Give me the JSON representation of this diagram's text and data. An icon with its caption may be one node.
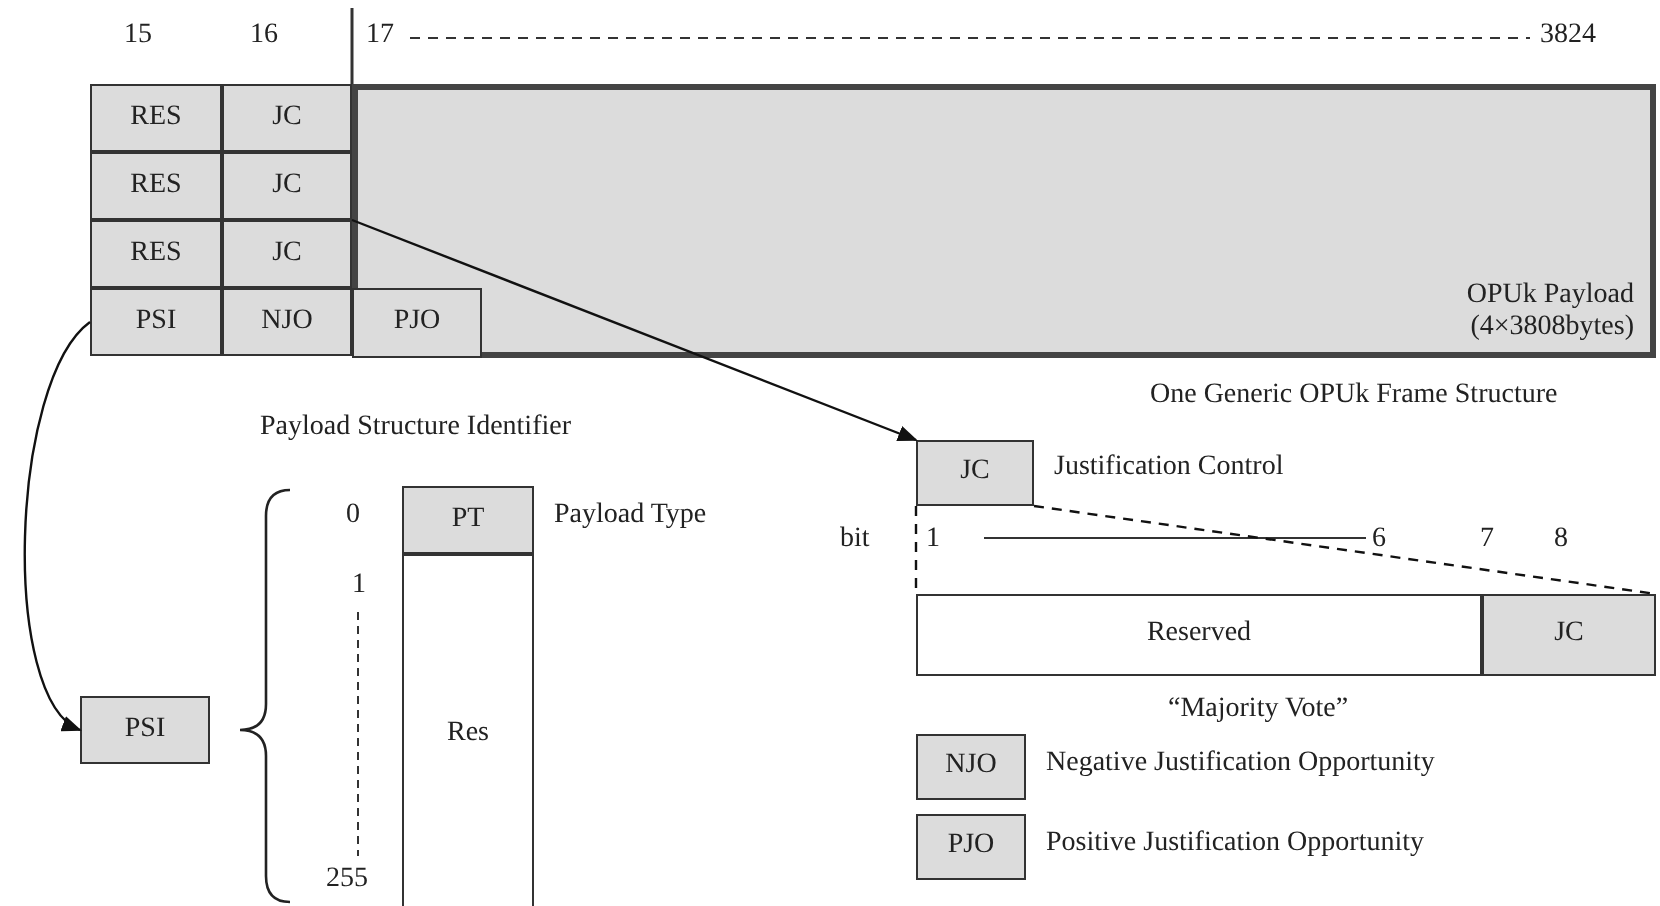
{
  "diagram": {
    "nodes": [
      {
        "text": [
          "RES"
        ]
      },
      {
        "text": [
          "JC"
        ]
      },
      {
        "text": [
          "RES"
        ]
      },
      {
        "text": [
          "JC"
        ]
      },
      {
        "text": [
          "RES"
        ]
      },
      {
        "text": [
          "JC"
        ]
      },
      {
        "text": [
          "PSI"
        ]
      },
      {
        "text": [
          "NJO"
        ]
      },
      {
        "text": [
          "OPUk Payload (4×3808bytes)"
        ]
      },
      {
        "text": [
          "PJO"
        ],
        "in": 8
      },
      {
        "text": [
          "JC"
        ],
        "beside": [
          "Justification Control"
        ]
      },
      {
        "text": [
          "Reserved"
        ],
        "beside": [
          "“Majority Vote”"
        ]
      },
      {
        "text": [
          "JC"
        ]
      },
      {
        "text": [
          "PSI"
        ]
      },
      {
        "text": [
          "PT"
        ],
        "beside": [
          "Payload Type"
        ]
      },
      {
        "text": [
          "Res"
        ]
      },
      {
        "text": [
          "NJO"
        ],
        "beside": [
          "Negative Justification Opportunity"
        ]
      },
      {
        "text": [
          "PJO"
        ],
        "beside": [
          "Positive Justification Opportunity"
        ]
      }
    ],
    "edges": [
      {
        "from": 5,
        "to": 10,
        "arrow": "to"
      },
      {
        "from": 6,
        "to": 13,
        "arrow": "to"
      },
      {
        "from": 10,
        "to": 11,
        "arrow": "none",
        "style": "dashed"
      },
      {
        "from": 10,
        "to": 12,
        "arrow": "none",
        "style": "dashed"
      }
    ],
    "labels": [
      "15",
      "16",
      "17",
      "3824",
      "One Generic OPUk Frame Structure",
      "Payload Structure Identifier",
      "0",
      "1",
      "255",
      "bit",
      "1",
      "6",
      "7",
      "8"
    ]
  }
}
